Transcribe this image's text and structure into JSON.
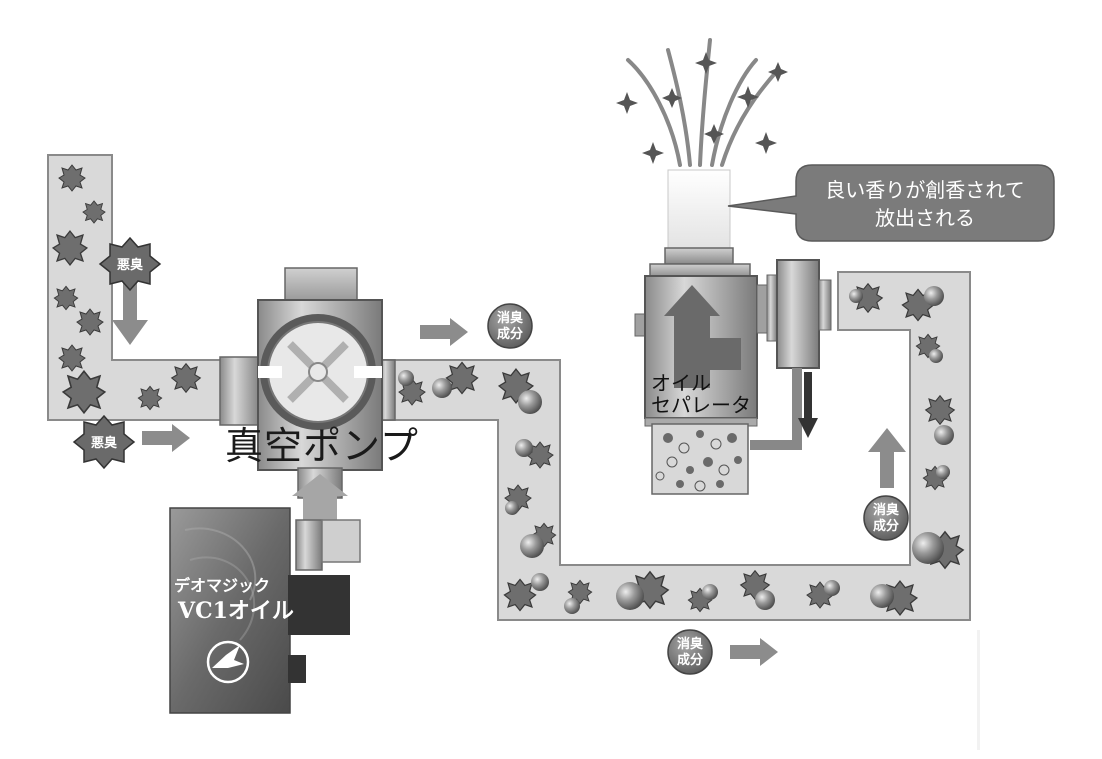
{
  "labels": {
    "malodor": "悪臭",
    "deodorant_line1": "消臭",
    "deodorant_line2": "成分",
    "pump": "真空ポンプ",
    "separator_line1": "オイル",
    "separator_line2": "セパレータ",
    "callout_line1": "良い香りが創香されて",
    "callout_line2": "放出される",
    "oil_brand": "デオマジック",
    "oil_product": "VC1オイル"
  },
  "colors": {
    "pipe_fill": "#d9d9d9",
    "pipe_stroke": "#8a8a8a",
    "star": "#6e6e6e",
    "arrow": "#8c8c8c",
    "badge": "#7a7a7a",
    "callout": "#7b7b7b",
    "metal": "#b4b4b4",
    "dark_block": "#333333"
  },
  "icons": {
    "malodor_particle": "star-particle-icon",
    "deodorant_particle": "sphere-particle-icon",
    "oil_logo": "bird-logo-icon"
  }
}
